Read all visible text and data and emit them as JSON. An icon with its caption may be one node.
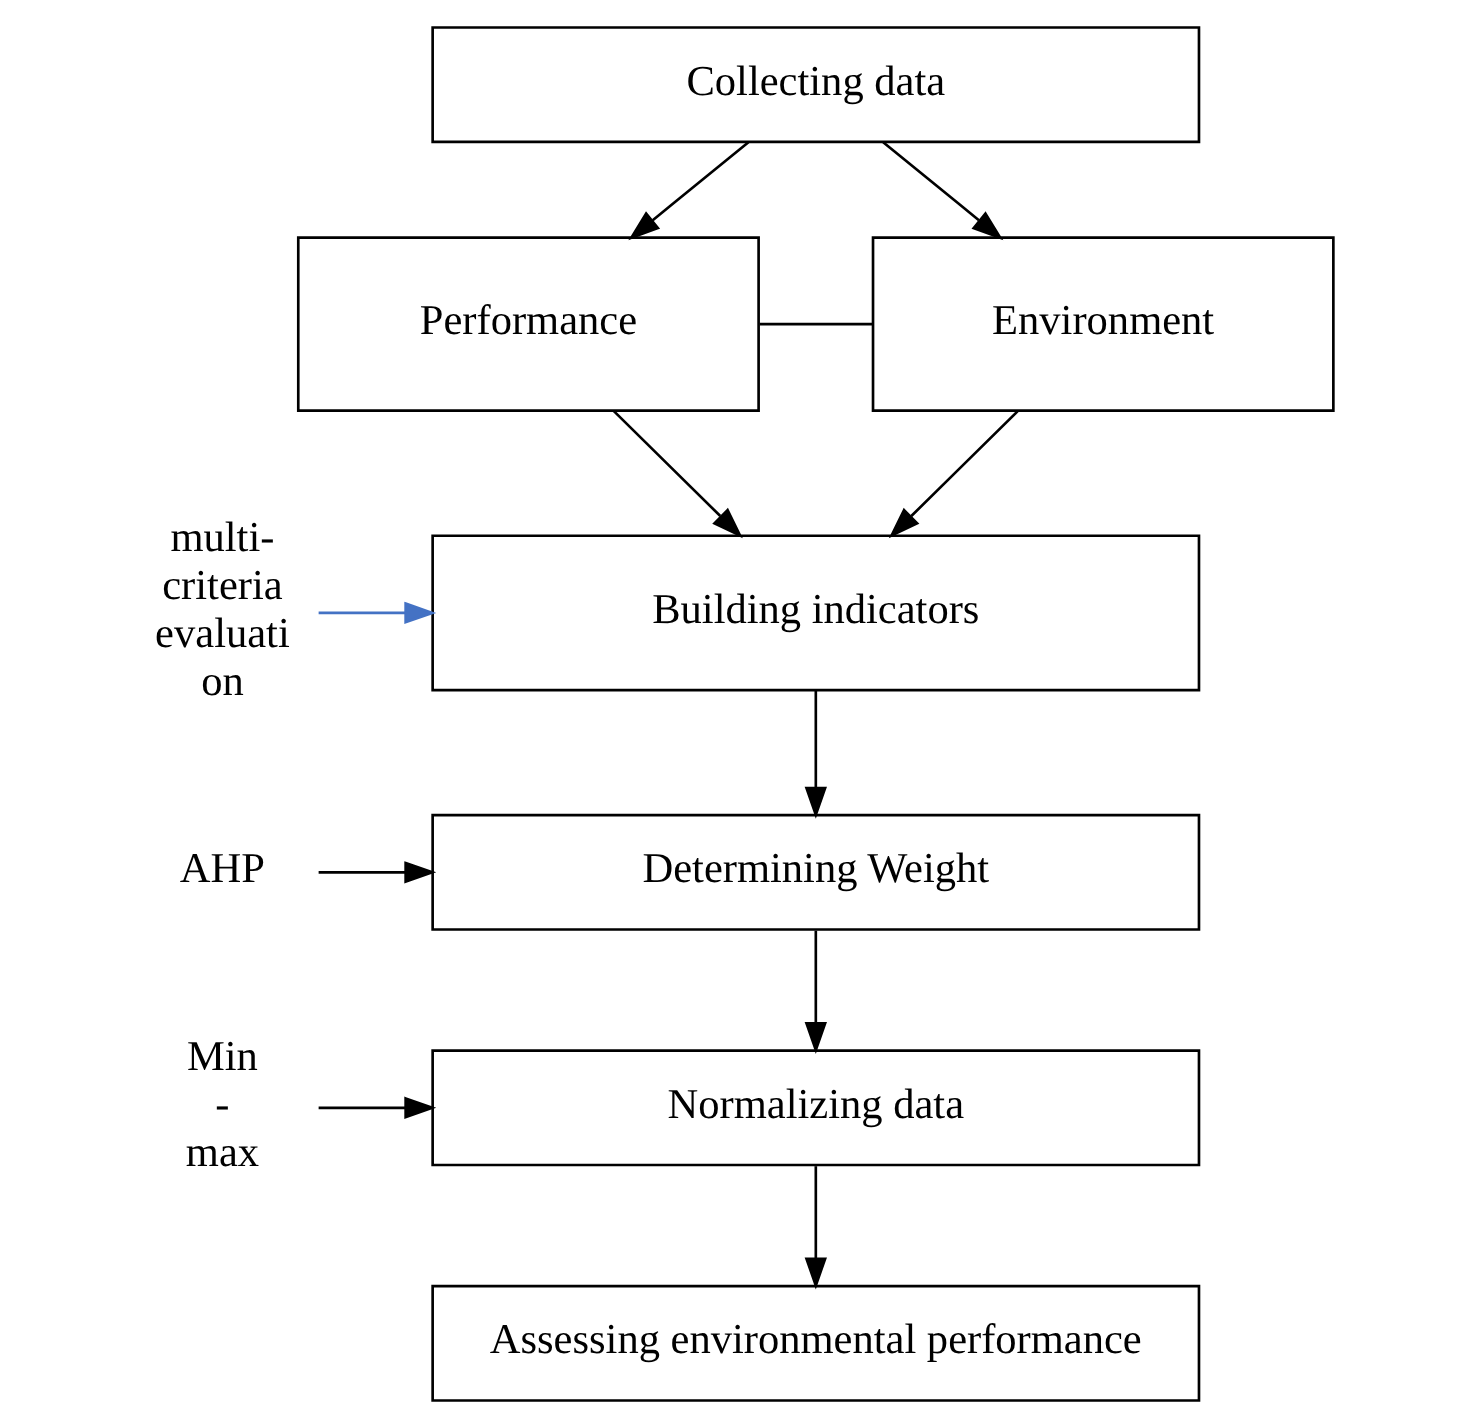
{
  "diagram": {
    "nodes": [
      {
        "text": [
          "Collecting data"
        ]
      },
      {
        "text": [
          "Performance"
        ]
      },
      {
        "text": [
          "Environment"
        ]
      },
      {
        "text": [
          "Building indicators"
        ]
      },
      {
        "text": [
          "Determining Weight"
        ]
      },
      {
        "text": [
          "Normalizing data"
        ]
      },
      {
        "text": [
          "Assessing environmental performance"
        ]
      },
      {
        "text": [
          "multi- criteria evaluati on"
        ]
      },
      {
        "text": [
          "AHP"
        ]
      },
      {
        "text": [
          "Min - max"
        ]
      }
    ],
    "edges": [
      {
        "from": 0,
        "to": 1,
        "arrow": "to"
      },
      {
        "from": 0,
        "to": 2,
        "arrow": "to"
      },
      {
        "from": 1,
        "to": 2,
        "arrow": "none"
      },
      {
        "from": 1,
        "to": 3,
        "arrow": "to"
      },
      {
        "from": 2,
        "to": 3,
        "arrow": "to"
      },
      {
        "from": 3,
        "to": 4,
        "arrow": "to"
      },
      {
        "from": 4,
        "to": 5,
        "arrow": "to"
      },
      {
        "from": 5,
        "to": 6,
        "arrow": "to"
      },
      {
        "from": 7,
        "to": 3,
        "arrow": "to",
        "color": "#4472c4"
      },
      {
        "from": 8,
        "to": 4,
        "arrow": "to"
      },
      {
        "from": 9,
        "to": 5,
        "arrow": "to"
      }
    ]
  }
}
